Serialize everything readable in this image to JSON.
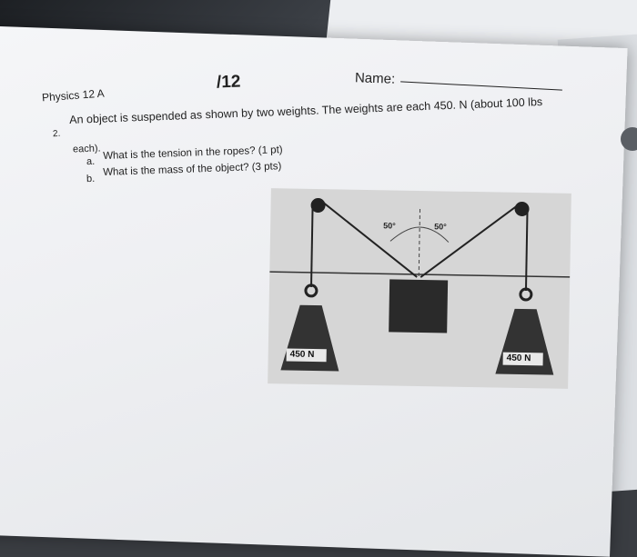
{
  "header": {
    "course": "Physics 12 A",
    "score": "/12",
    "name_label": "Name:"
  },
  "question": {
    "number": "2.",
    "text_line1": "An object is suspended as shown by two weights. The weights are each 450. N (about 100 lbs",
    "text_line2": "each).",
    "parts": [
      {
        "letter": "a.",
        "text": "What is the tension in the ropes? (1 pt)"
      },
      {
        "letter": "b.",
        "text": "What is the mass of the object? (3 pts)"
      }
    ]
  },
  "figure": {
    "angle_left": "50°",
    "angle_right": "50°",
    "weight_left": "450 N",
    "weight_right": "450 N"
  },
  "colors": {
    "paper": "#f0f1f3",
    "ink": "#222222",
    "figure_gray": "#d6d6d6",
    "weight_dark": "#333333"
  }
}
